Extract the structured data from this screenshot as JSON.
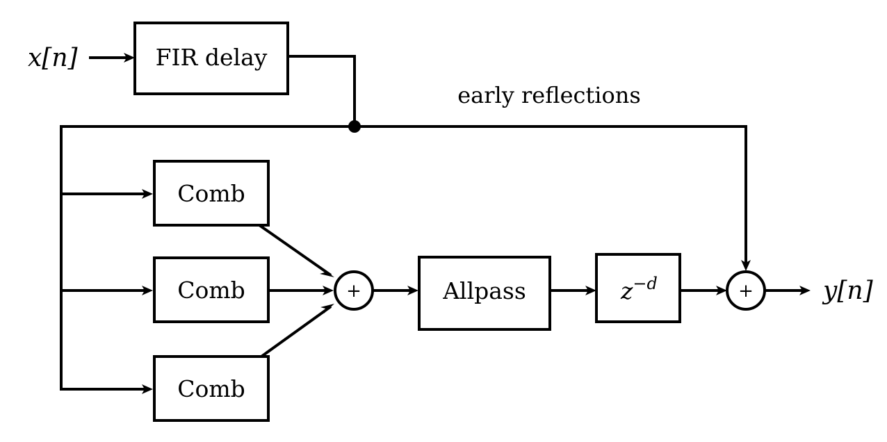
{
  "input_label": "x[n]",
  "output_label": "y[n]",
  "blocks": {
    "fir_delay": "FIR delay",
    "comb_1": "Comb",
    "comb_2": "Comb",
    "comb_3": "Comb",
    "allpass": "Allpass",
    "delay_base": "z",
    "delay_exponent": "−d"
  },
  "summers": {
    "comb_sum": "+",
    "output_sum": "+"
  },
  "annotations": {
    "early_reflections": "early reflections"
  }
}
